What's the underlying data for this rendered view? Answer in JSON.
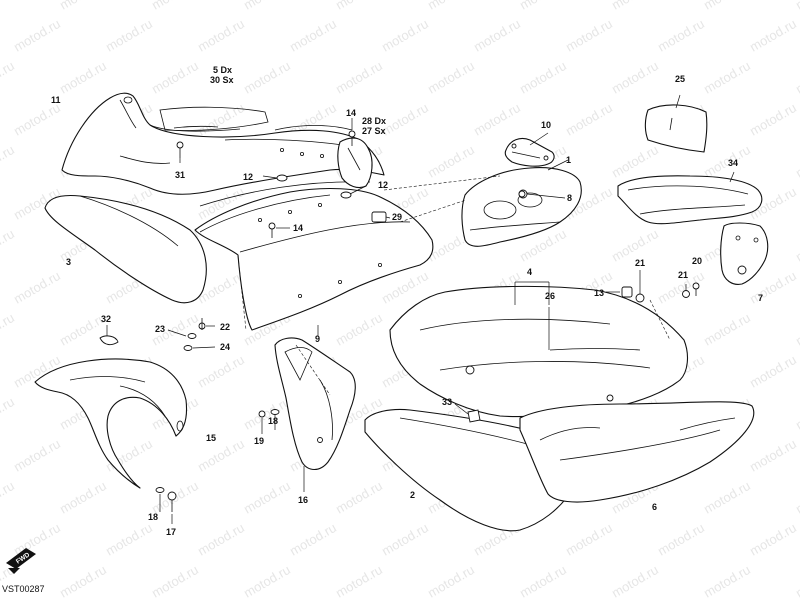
{
  "watermark": {
    "text": "motod.ru"
  },
  "drawing_code": "VST00287",
  "fwd_badge": {
    "text": "FWD"
  },
  "callouts": {
    "c1": "1",
    "c2": "2",
    "c3": "3",
    "c4": "4",
    "c5_30": "5 Dx",
    "c30": "30 Sx",
    "c6": "6",
    "c7": "7",
    "c8": "8",
    "c9": "9",
    "c10": "10",
    "c11": "11",
    "c12a": "12",
    "c12b": "12",
    "c13": "13",
    "c14a": "14",
    "c14b": "14",
    "c15": "15",
    "c16": "16",
    "c17": "17",
    "c18a": "18",
    "c18b": "18",
    "c19": "19",
    "c20": "20",
    "c21a": "21",
    "c21b": "21",
    "c22": "22",
    "c23": "23",
    "c24": "24",
    "c25": "25",
    "c26": "26",
    "c28": "28 Dx",
    "c27": "27 Sx",
    "c29": "29",
    "c31": "31",
    "c32": "32",
    "c33": "33",
    "c34": "34"
  }
}
